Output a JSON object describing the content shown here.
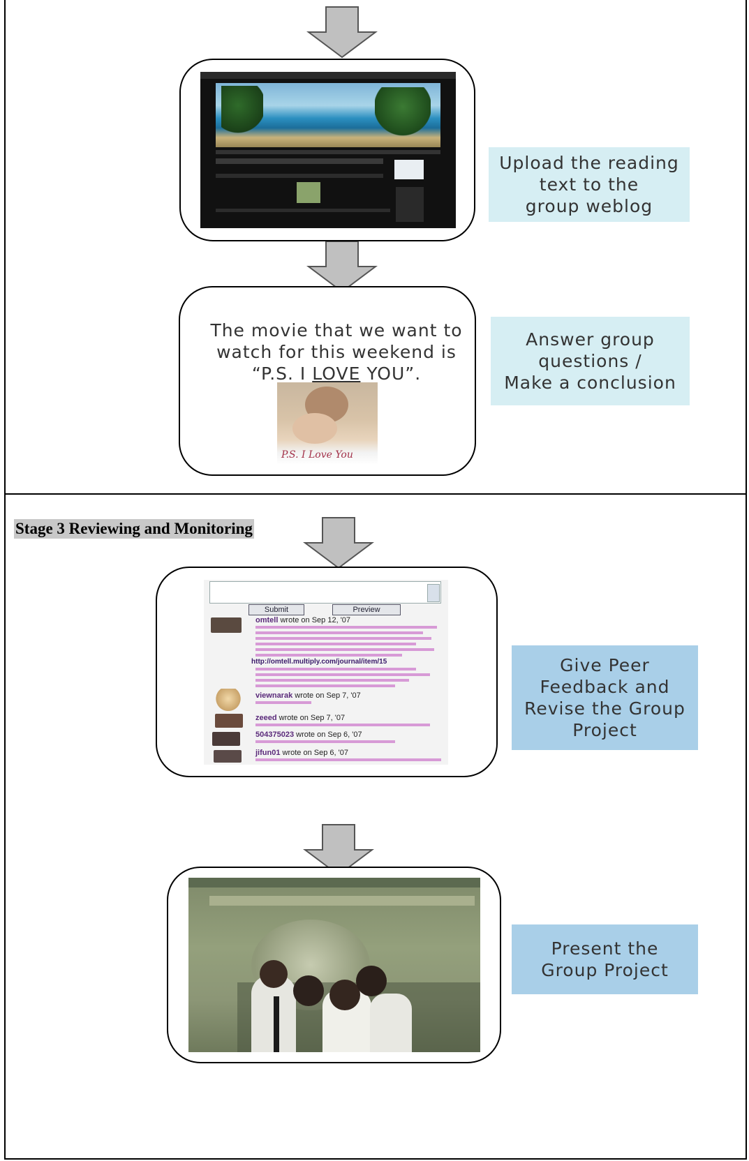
{
  "steps": {
    "upload": "Upload the reading\ntext to the\ngroup weblog",
    "answer": "Answer group\nquestions /\nMake a conclusion",
    "feedback": "Give Peer\nFeedback and\nRevise the Group\nProject",
    "present": "Present the\nGroup Project"
  },
  "movie": {
    "line1": "The movie that we want to",
    "line2": "watch for this weekend is",
    "quote_open": "“P.S. I ",
    "title_underlined": "LOVE",
    "quote_close": " YOU”."
  },
  "stage3": {
    "title": "Stage 3 Reviewing and Monitoring"
  },
  "feedback_form": {
    "submit_label": "Submit",
    "preview_label": "Preview",
    "comments": [
      {
        "author": "omtell",
        "meta": "wrote on Sep 12, '07"
      },
      {
        "author": "viewnarak",
        "meta": "wrote on Sep 7, '07"
      },
      {
        "author": "zeeed",
        "meta": "wrote on Sep 7, '07"
      },
      {
        "author": "504375023",
        "meta": "wrote on Sep 6, '07"
      },
      {
        "author": "jifun01",
        "meta": "wrote on Sep 6, '07"
      }
    ],
    "link": "http://omtell.multiply.com/journal/item/15"
  },
  "poster_title": "P.S. I Love You",
  "colors": {
    "light_box": "#d6eef3",
    "mid_box": "#a9cfe8",
    "arrow_fill": "#c0c0c0"
  }
}
